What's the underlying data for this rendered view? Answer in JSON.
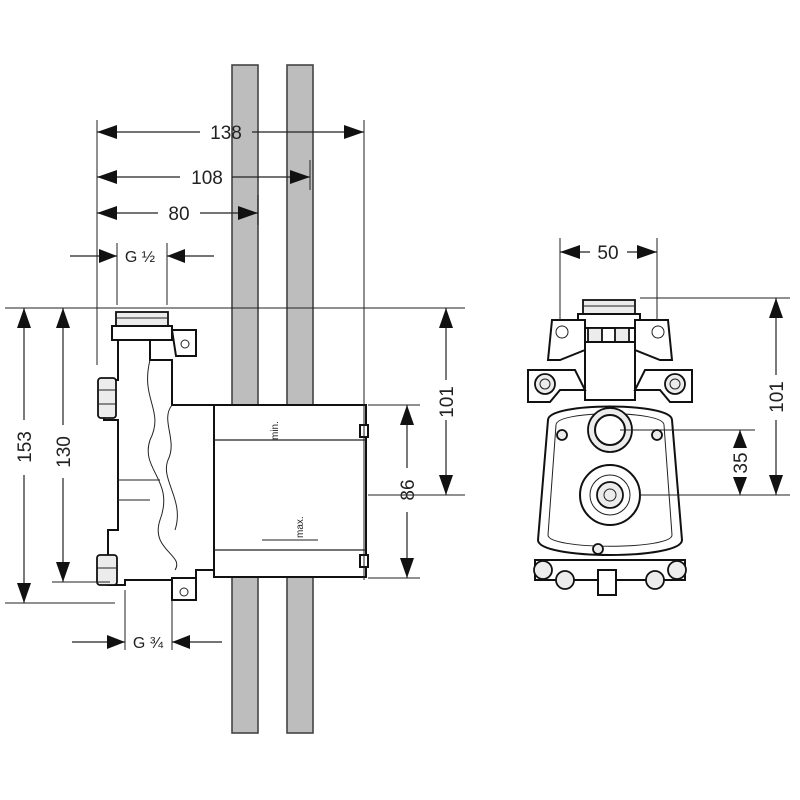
{
  "side_view": {
    "dim_138": "138",
    "dim_108": "108",
    "dim_80": "80",
    "thread_top": "G ½",
    "thread_bottom": "G ¾",
    "dim_153": "153",
    "dim_130": "130",
    "dim_101": "101",
    "dim_86": "86",
    "label_min": "min.",
    "label_max": "max."
  },
  "front_view": {
    "dim_50": "50",
    "dim_101": "101",
    "dim_35": "35"
  },
  "colors": {
    "wall_fill": "#bdbdbd",
    "line": "#111111"
  }
}
